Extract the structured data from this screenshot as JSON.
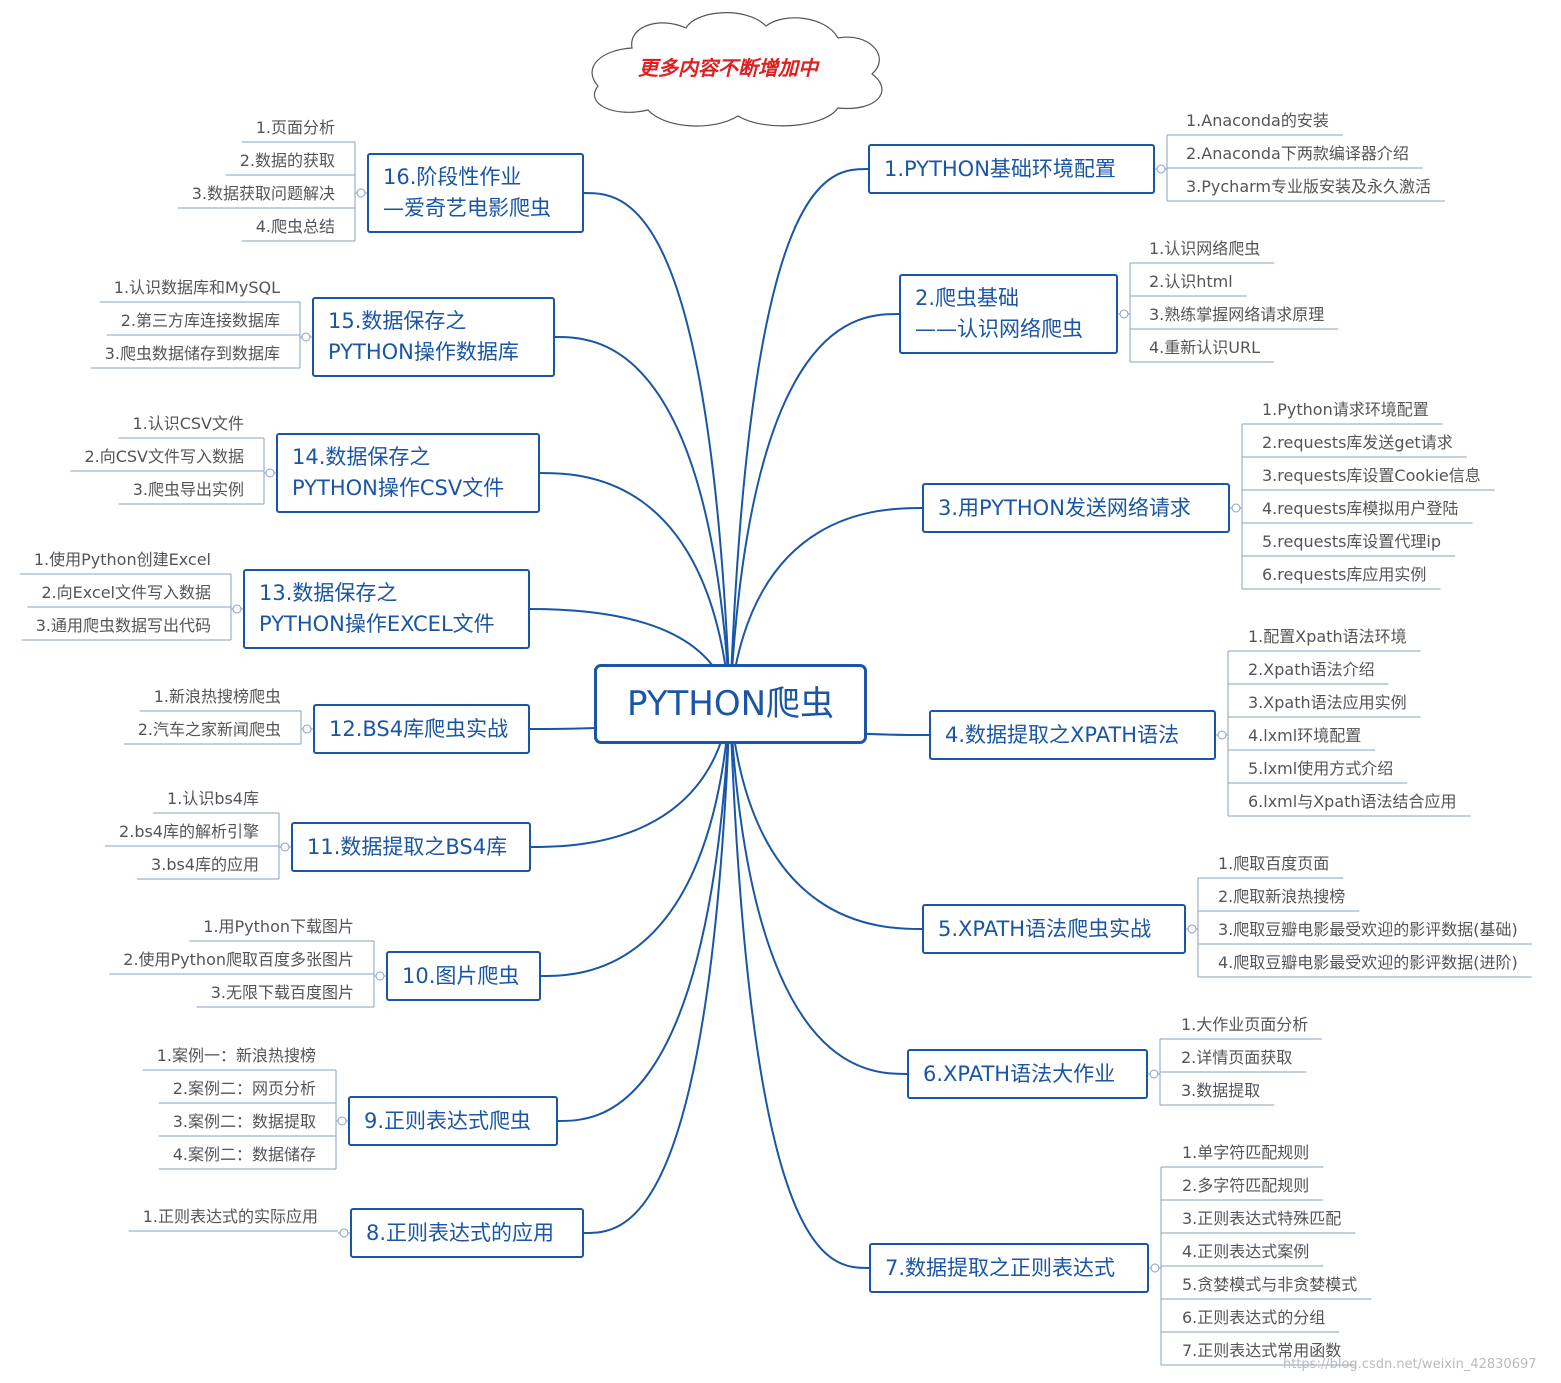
{
  "root": "PYTHON爬虫",
  "cloud": "更多内容不断增加中",
  "watermark": "https://blog.csdn.net/weixin_42830697",
  "branches": [
    {
      "id": "b1",
      "side": "right",
      "lines": [
        "1.PYTHON基础环境配置"
      ],
      "children": [
        "1.Anaconda的安装",
        "2.Anaconda下两款编译器介绍",
        "3.Pycharm专业版安装及永久激活"
      ]
    },
    {
      "id": "b2",
      "side": "right",
      "lines": [
        "2.爬虫基础",
        "——认识网络爬虫"
      ],
      "children": [
        "1.认识网络爬虫",
        "2.认识html",
        "3.熟练掌握网络请求原理",
        "4.重新认识URL"
      ]
    },
    {
      "id": "b3",
      "side": "right",
      "lines": [
        "3.用PYTHON发送网络请求"
      ],
      "children": [
        "1.Python请求环境配置",
        "2.requests库发送get请求",
        "3.requests库设置Cookie信息",
        "4.requests库模拟用户登陆",
        "5.requests库设置代理ip",
        "6.requests库应用实例"
      ]
    },
    {
      "id": "b4",
      "side": "right",
      "lines": [
        "4.数据提取之XPATH语法"
      ],
      "children": [
        "1.配置Xpath语法环境",
        "2.Xpath语法介绍",
        "3.Xpath语法应用实例",
        "4.lxml环境配置",
        "5.lxml使用方式介绍",
        "6.lxml与Xpath语法结合应用"
      ]
    },
    {
      "id": "b5",
      "side": "right",
      "lines": [
        "5.XPATH语法爬虫实战"
      ],
      "children": [
        "1.爬取百度页面",
        "2.爬取新浪热搜榜",
        "3.爬取豆瓣电影最受欢迎的影评数据(基础)",
        "4.爬取豆瓣电影最受欢迎的影评数据(进阶)"
      ]
    },
    {
      "id": "b6",
      "side": "right",
      "lines": [
        "6.XPATH语法大作业"
      ],
      "children": [
        "1.大作业页面分析",
        "2.详情页面获取",
        "3.数据提取"
      ]
    },
    {
      "id": "b7",
      "side": "right",
      "lines": [
        "7.数据提取之正则表达式"
      ],
      "children": [
        "1.单字符匹配规则",
        "2.多字符匹配规则",
        "3.正则表达式特殊匹配",
        "4.正则表达式案例",
        "5.贪婪模式与非贪婪模式",
        "6.正则表达式的分组",
        "7.正则表达式常用函数"
      ]
    },
    {
      "id": "b8",
      "side": "left",
      "lines": [
        "8.正则表达式的应用"
      ],
      "children": [
        "1.正则表达式的实际应用"
      ]
    },
    {
      "id": "b9",
      "side": "left",
      "lines": [
        "9.正则表达式爬虫"
      ],
      "children": [
        "1.案例一：新浪热搜榜",
        "2.案例二：网页分析",
        "3.案例二：数据提取",
        "4.案例二：数据储存"
      ]
    },
    {
      "id": "b10",
      "side": "left",
      "lines": [
        "10.图片爬虫"
      ],
      "children": [
        "1.用Python下载图片",
        "2.使用Python爬取百度多张图片",
        "3.无限下载百度图片"
      ]
    },
    {
      "id": "b11",
      "side": "left",
      "lines": [
        "11.数据提取之BS4库"
      ],
      "children": [
        "1.认识bs4库",
        "2.bs4库的解析引擎",
        "3.bs4库的应用"
      ]
    },
    {
      "id": "b12",
      "side": "left",
      "lines": [
        "12.BS4库爬虫实战"
      ],
      "children": [
        "1.新浪热搜榜爬虫",
        "2.汽车之家新闻爬虫"
      ]
    },
    {
      "id": "b13",
      "side": "left",
      "lines": [
        "13.数据保存之",
        "PYTHON操作EXCEL文件"
      ],
      "children": [
        "1.使用Python创建Excel",
        "2.向Excel文件写入数据",
        "3.通用爬虫数据写出代码"
      ]
    },
    {
      "id": "b14",
      "side": "left",
      "lines": [
        "14.数据保存之",
        "PYTHON操作CSV文件"
      ],
      "children": [
        "1.认识CSV文件",
        "2.向CSV文件写入数据",
        "3.爬虫导出实例"
      ]
    },
    {
      "id": "b15",
      "side": "left",
      "lines": [
        "15.数据保存之",
        "PYTHON操作数据库"
      ],
      "children": [
        "1.认识数据库和MySQL",
        "2.第三方库连接数据库",
        "3.爬虫数据储存到数据库"
      ]
    },
    {
      "id": "b16",
      "side": "left",
      "lines": [
        "16.阶段性作业",
        "—爱奇艺电影爬虫"
      ],
      "children": [
        "1.页面分析",
        "2.数据的获取",
        "3.数据获取问题解决",
        "4.爬虫总结"
      ]
    }
  ]
}
